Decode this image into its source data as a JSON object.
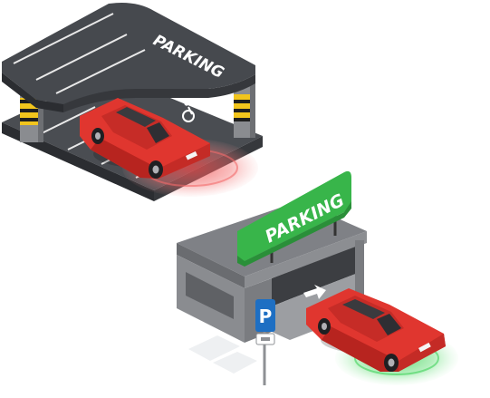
{
  "image": {
    "description_free": true
  },
  "top_garage": {
    "floor_text": "PARKING",
    "accessible_symbol": "wheelchair-icon"
  },
  "bottom_garage": {
    "sign_text": "PARKING",
    "post_sign_letter": "P"
  },
  "colors": {
    "asphalt": "#4a4d52",
    "asphalt_dark": "#36383c",
    "asphalt_edge": "#2b2d31",
    "concrete": "#8a8c90",
    "concrete_dark": "#6d6f73",
    "car_red": "#e0362f",
    "car_red_dark": "#b7241f",
    "red_glow": "#f04a4a",
    "green_glow": "#3fd25a",
    "sign_green": "#38b54a",
    "sign_blue": "#1e6fc3",
    "stripe_yellow": "#f2c51d"
  }
}
